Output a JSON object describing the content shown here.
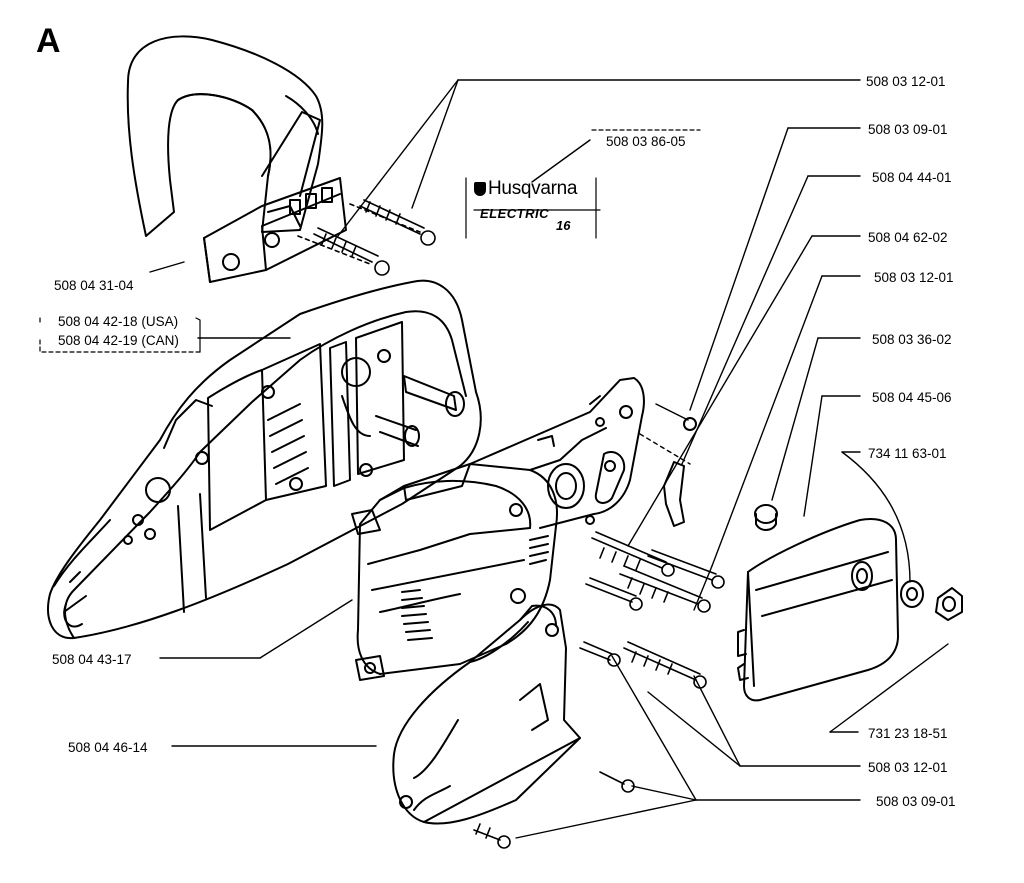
{
  "section_letter": "A",
  "brand": {
    "name": "Husqvarna",
    "model": "ELECTRIC",
    "number": "16",
    "logo_icon": "husqvarna-crown-logo"
  },
  "part_labels": {
    "handle_front_screws": "508 03 12-01",
    "logo_decal": "508 03 86-05",
    "front_handle": "508 04 31-04",
    "housing_usa": "508 04 42-18 (USA)",
    "housing_can": "508 04 42-19 (CAN)",
    "screw_right_1": "508 03 09-01",
    "switch_lever": "508 04 44-01",
    "spring": "508 04 62-02",
    "screw_right_2": "508 03 12-01",
    "cap": "508 03 36-02",
    "side_cover": "508 04 45-06",
    "washer": "734 11 63-01",
    "motor_housing": "508 04 43-17",
    "nut": "731 23 18-51",
    "rear_handle": "508 04 46-14",
    "screws_bottom": "508 03 12-01",
    "screws_handle_bottom": "508 03 09-01"
  }
}
